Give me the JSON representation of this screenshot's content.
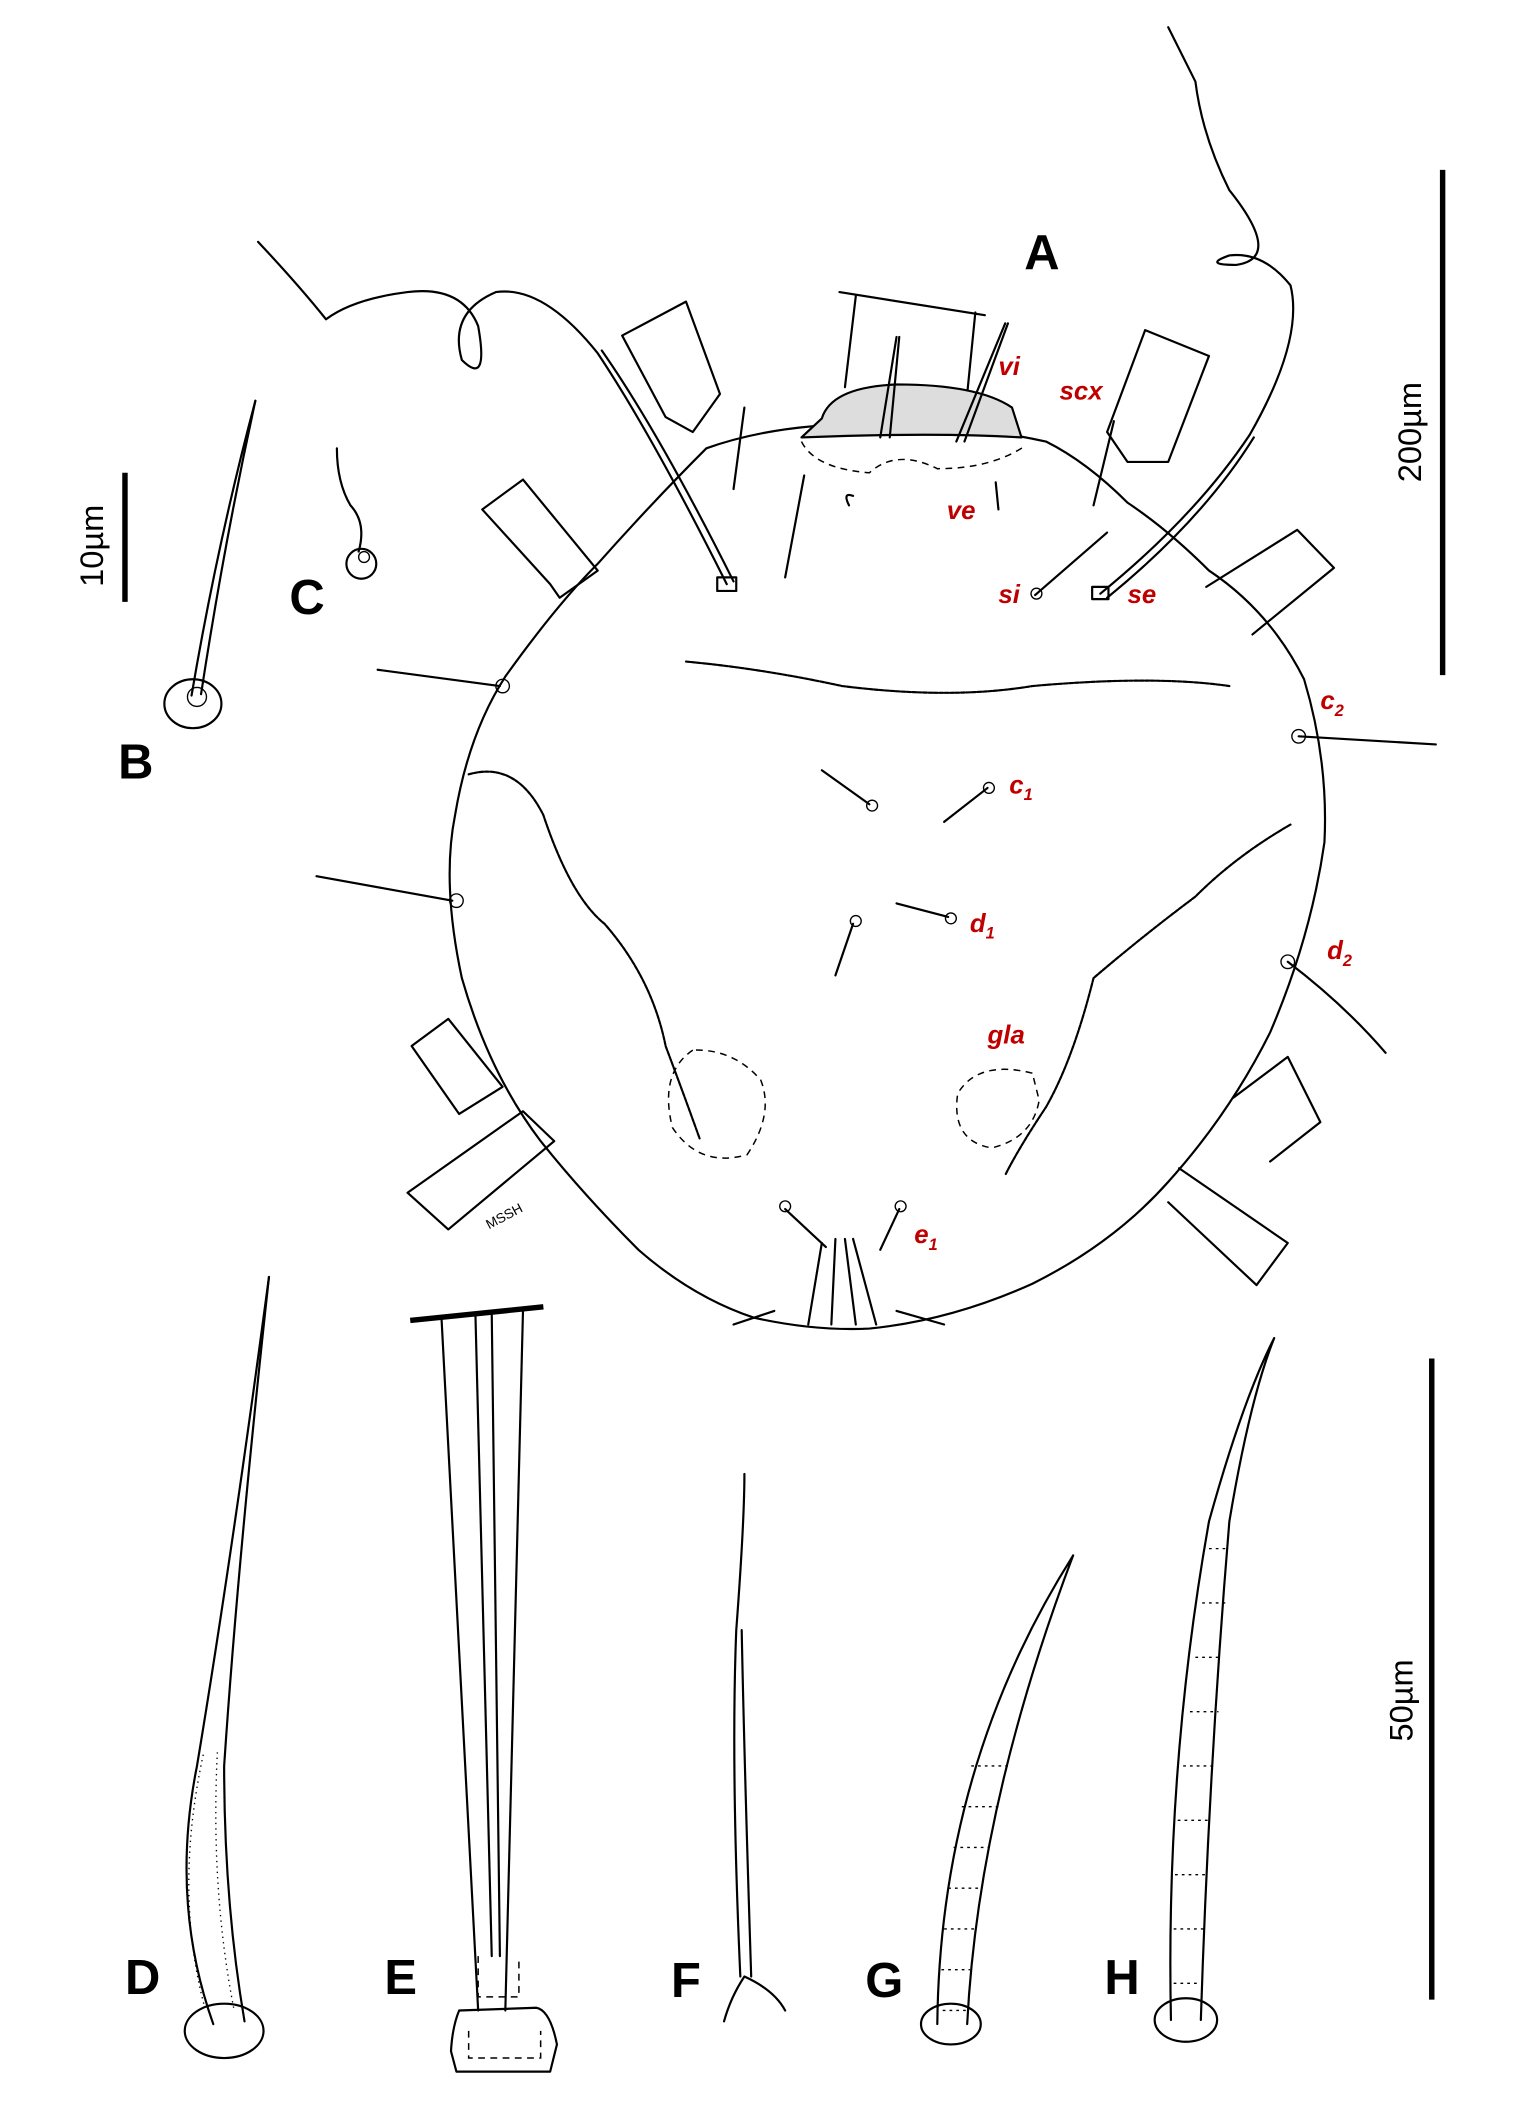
{
  "panels": {
    "A": "A",
    "B": "B",
    "C": "C",
    "D": "D",
    "E": "E",
    "F": "F",
    "G": "G",
    "H": "H"
  },
  "setae_labels": {
    "vi": {
      "main": "vi"
    },
    "scx": {
      "main": "scx"
    },
    "ve": {
      "main": "ve"
    },
    "si": {
      "main": "si"
    },
    "se": {
      "main": "se"
    },
    "c1": {
      "main": "c",
      "sub": "1"
    },
    "c2": {
      "main": "c",
      "sub": "2"
    },
    "d1": {
      "main": "d",
      "sub": "1"
    },
    "d2": {
      "main": "d",
      "sub": "2"
    },
    "gla": {
      "main": "gla"
    },
    "e1": {
      "main": "e",
      "sub": "1"
    }
  },
  "scale_bars": {
    "bar_200": "200µm",
    "bar_10": "10µm",
    "bar_50": "50µm"
  },
  "signature": "MSSH",
  "colors": {
    "label": "#c00000",
    "line": "#000000"
  }
}
